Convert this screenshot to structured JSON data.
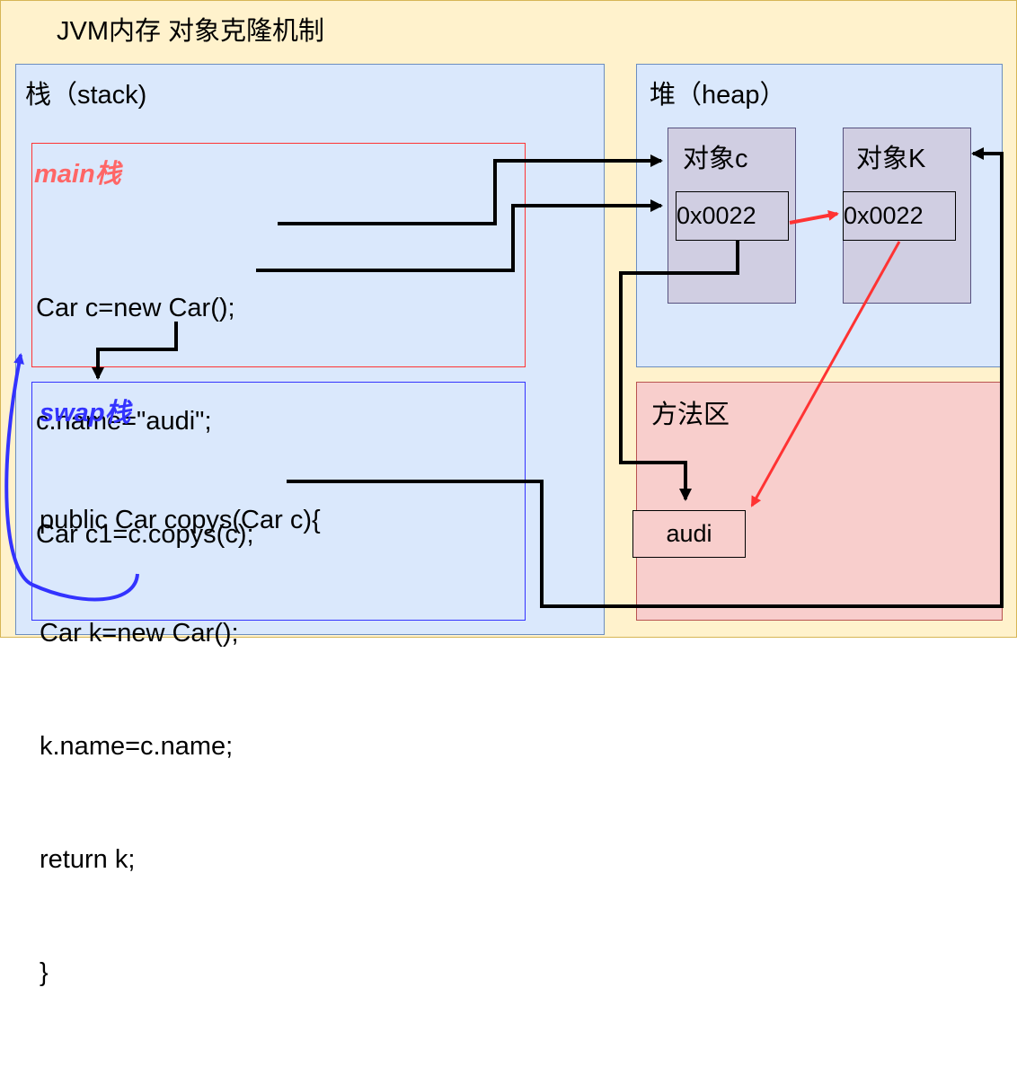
{
  "title": "JVM内存   对象克隆机制",
  "stack": {
    "label": "栈（stack)",
    "main": {
      "title": "main栈",
      "lines": [
        "Car c=new Car();",
        "c.name=\"audi\";",
        "Car c1=c.copys(c);"
      ]
    },
    "swap": {
      "title": "swap栈",
      "lines": [
        "public Car copys(Car c){",
        "Car k=new Car();",
        "k.name=c.name;",
        "return k;",
        "}"
      ]
    }
  },
  "heap": {
    "label": "堆（heap）",
    "objects": [
      {
        "label": "对象c",
        "address": "0x0022"
      },
      {
        "label": "对象K",
        "address": "0x0022"
      }
    ]
  },
  "method_area": {
    "label": "方法区",
    "value": "audi"
  },
  "colors": {
    "page_bg": "#fff2cc",
    "stack_bg": "#dae8fc",
    "method_bg": "#f8cecc",
    "object_bg": "#d0cee2",
    "main_accent": "#ff6666",
    "swap_accent": "#3333ff",
    "red_arrow": "#ff3333",
    "blue_arrow": "#3333ff"
  }
}
